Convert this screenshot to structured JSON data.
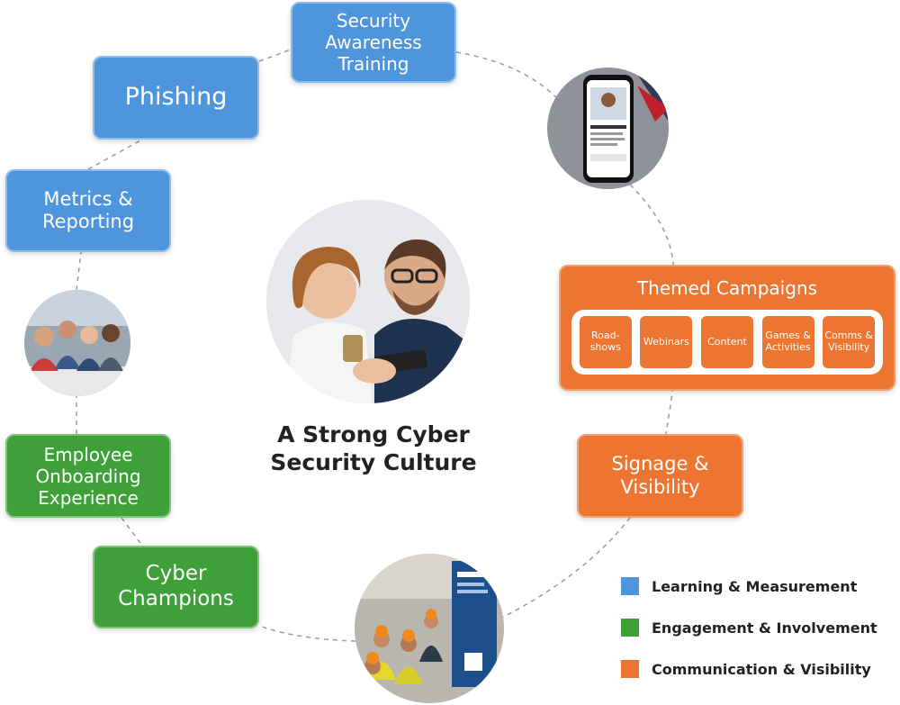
{
  "center_title": "A Strong Cyber\nSecurity Culture",
  "boxes": {
    "security_awareness_training": "Security\nAwareness\nTraining",
    "phishing": "Phishing",
    "metrics_reporting": "Metrics &\nReporting",
    "employee_onboarding": "Employee\nOnboarding\nExperience",
    "cyber_champions": "Cyber\nChampions",
    "signage_visibility": "Signage &\nVisibility",
    "themed_campaigns": "Themed Campaigns"
  },
  "themed_items": [
    "Road-\nshows",
    "Webinars",
    "Content",
    "Games &\nActivities",
    "Comms &\nVisibility"
  ],
  "legend": [
    {
      "label": "Learning & Measurement",
      "color": "#4f95dc"
    },
    {
      "label": "Engagement & Involvement",
      "color": "#3fa03a"
    },
    {
      "label": "Communication & Visibility",
      "color": "#ec7531"
    }
  ],
  "colors": {
    "blue": "#4f95dc",
    "green": "#3fa03a",
    "orange": "#ec7531"
  }
}
